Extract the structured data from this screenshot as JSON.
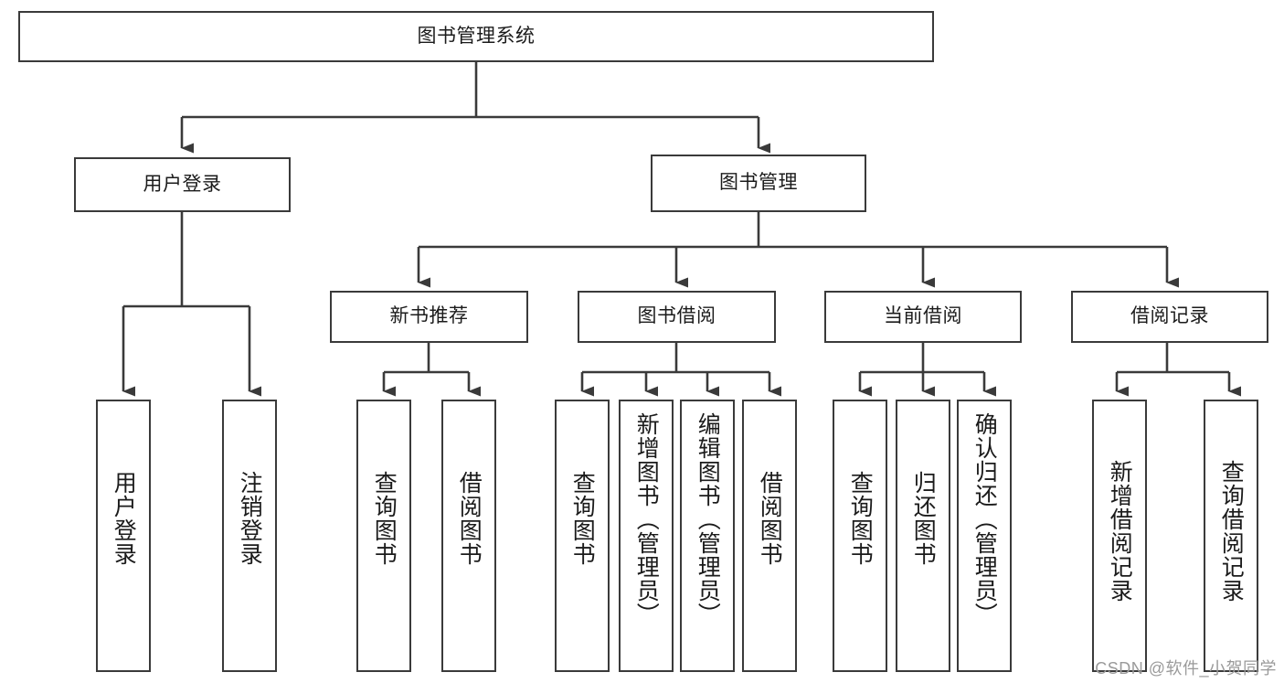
{
  "diagram": {
    "title": "图书管理系统",
    "type": "hierarchy-tree",
    "root": {
      "label": "图书管理系统"
    },
    "level2": [
      {
        "label": "用户登录"
      },
      {
        "label": "图书管理"
      }
    ],
    "level3": [
      {
        "label": "新书推荐"
      },
      {
        "label": "图书借阅"
      },
      {
        "label": "当前借阅"
      },
      {
        "label": "借阅记录"
      }
    ],
    "leaves": {
      "user_login": [
        {
          "label": "用户登录"
        },
        {
          "label": "注销登录"
        }
      ],
      "new_book": [
        {
          "label": "查询图书"
        },
        {
          "label": "借阅图书"
        }
      ],
      "borrow_book": [
        {
          "label": "查询图书"
        },
        {
          "label": "新增图书（管理员）"
        },
        {
          "label": "编辑图书（管理员）"
        },
        {
          "label": "借阅图书"
        }
      ],
      "current_borrow": [
        {
          "label": "查询图书"
        },
        {
          "label": "归还图书"
        },
        {
          "label": "确认归还（管理员）"
        }
      ],
      "borrow_record": [
        {
          "label": "新增借阅记录"
        },
        {
          "label": "查询借阅记录"
        }
      ]
    }
  },
  "watermark": {
    "text": "CSDN @软件_小贺同学"
  },
  "colors": {
    "stroke": "#3a3a3a",
    "background": "#ffffff",
    "text": "#1b1b1b",
    "watermark": "#9a9a9a"
  }
}
